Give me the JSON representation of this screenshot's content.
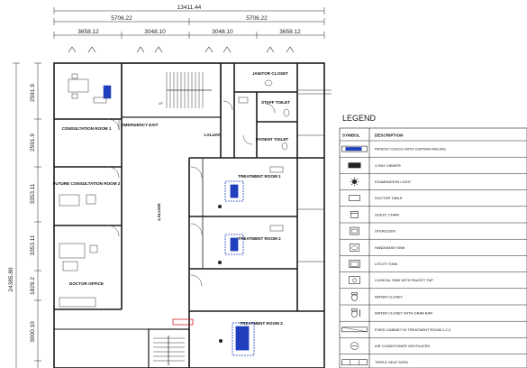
{
  "dimensions": {
    "overall_width": "13411.44",
    "upper_left": "5706.22",
    "upper_right": "5706.22",
    "lower": [
      "3658.12",
      "3048.10",
      "3048.10",
      "3658.12"
    ],
    "vertical_left": [
      "2591.9",
      "2591.9",
      "3353.11",
      "3353.11",
      "1829.2",
      "3000.10"
    ],
    "vertical_total": "24385.80"
  },
  "rooms": {
    "janitor_closet": "JANITOR CLOSET",
    "staff_toilet": "STAFF TOILET",
    "consultation_room_1": "CONSULTATION ROOM 1",
    "emergency_exit": "EMERGENCY EXIT",
    "laluan_upper": "LALUAN",
    "patient_toilet": "PATIENT TOILET",
    "future_consultation_2": "FUTURE CONSULTATION ROOM 2",
    "treatment_room_1": "TREATMENT ROOM 1",
    "laluan_vertical": "LALUAN",
    "treatment_room_2": "TREATMENT ROOM 2",
    "doctor_office": "DOCTOR OFFICE",
    "treatment_room_3": "TREATMENT ROOM 3",
    "up_label": "UP"
  },
  "legend": {
    "title": "LEGEND",
    "col_symbol": "SYMBOL",
    "col_description": "DESCRIPTION",
    "items": [
      {
        "icon": "patient-couch-icon",
        "description": "PATIENT COUCH WITH CURTAIN RAILING"
      },
      {
        "icon": "xray-viewer-icon",
        "description": "X-RAY VIEWER"
      },
      {
        "icon": "examination-light-icon",
        "description": "EXAMINATION LIGHT"
      },
      {
        "icon": "doctor-table-icon",
        "description": "DOCTOR TABLE"
      },
      {
        "icon": "guest-chair-icon",
        "description": "GUEST CHAIR"
      },
      {
        "icon": "sterilizer-icon",
        "description": "STERILIZER"
      },
      {
        "icon": "handwash-sink-icon",
        "description": "HANDWASH SINK"
      },
      {
        "icon": "utility-sink-icon",
        "description": "UTILITY SINK"
      },
      {
        "icon": "clinical-sink-icon",
        "description": "CLINICAL SINK WITH FAUCET TAP"
      },
      {
        "icon": "water-closet-icon",
        "description": "WATER CLOSET"
      },
      {
        "icon": "water-closet-grab-bar-icon",
        "description": "WATER CLOSET WITH GRAB BAR"
      },
      {
        "icon": "fixed-cabinet-icon",
        "description": "FIXED CABINET IN TREATMENT ROOM 1,2,3"
      },
      {
        "icon": "air-conditioner-icon",
        "description": "AIR CONDITIONER VENTILATED"
      },
      {
        "icon": "triple-seat-sofa-icon",
        "description": "TRIPLE SEAT SOFA"
      }
    ]
  },
  "colors": {
    "wall": "#1a1a1a",
    "equipment_blue": "#1f3fbf",
    "highlight_red": "#d42020"
  }
}
